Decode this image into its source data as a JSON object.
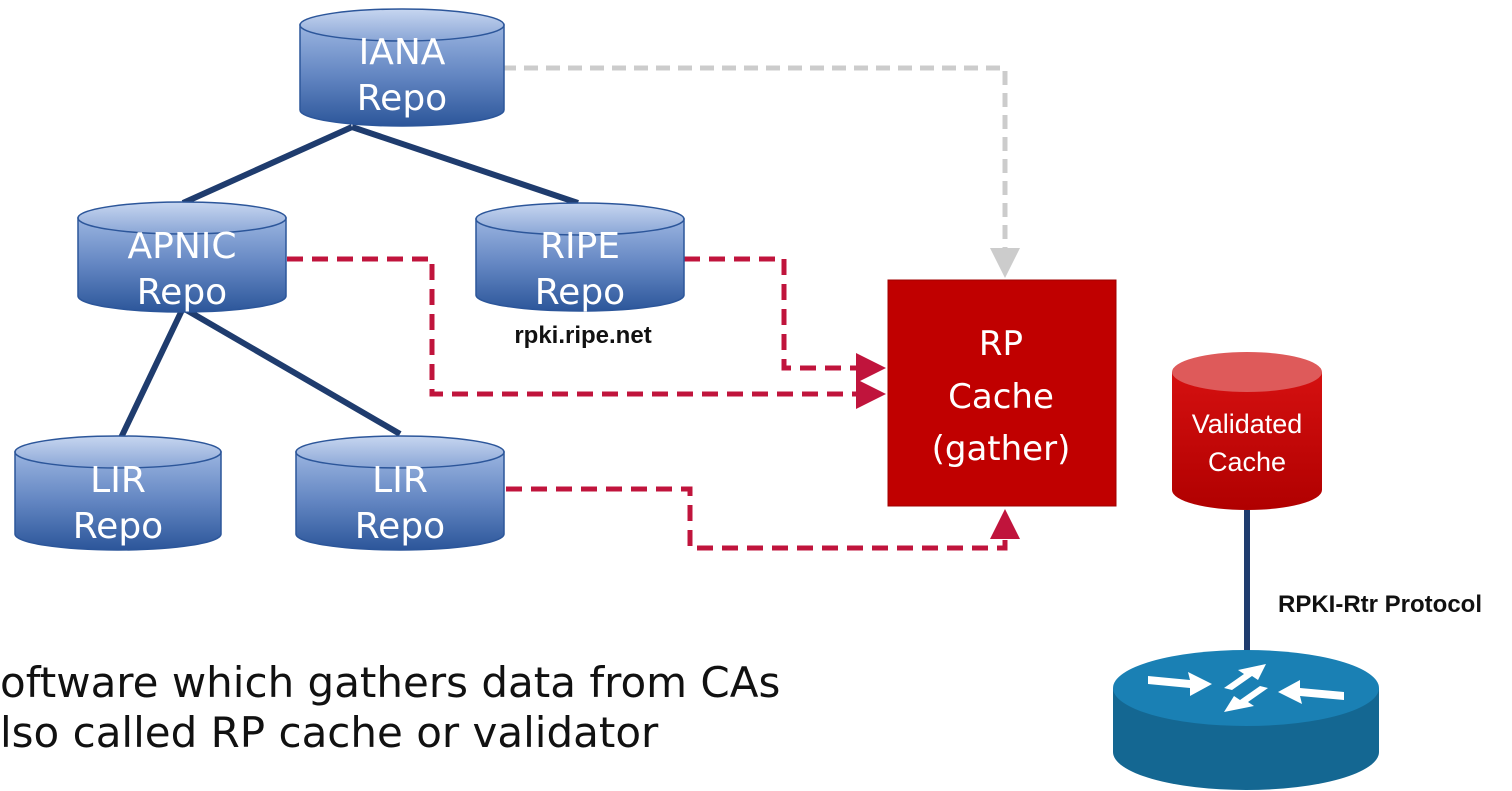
{
  "repos": {
    "iana": {
      "line1": "IANA",
      "line2": "Repo"
    },
    "apnic": {
      "line1": "APNIC",
      "line2": "Repo"
    },
    "ripe": {
      "line1": "RIPE",
      "line2": "Repo",
      "caption": "rpki.ripe.net"
    },
    "lir_a": {
      "line1": "LIR",
      "line2": "Repo"
    },
    "lir_b": {
      "line1": "LIR",
      "line2": "Repo"
    }
  },
  "rp_cache": {
    "line1": "RP",
    "line2": "Cache",
    "line3": "(gather)"
  },
  "validated_cache": {
    "line1": "Validated",
    "line2": "Cache"
  },
  "protocol_label": "RPKI-Rtr Protocol",
  "body_lines": [
    "oftware which gathers data from CAs",
    "lso called RP cache or validator"
  ],
  "colors": {
    "tree_line": "#1f3c6e",
    "dashed_red": "#c0143c",
    "dashed_gray": "#cccccc",
    "rp_box": "#c00000",
    "validated_cyl": "#c00000",
    "router": "#1a6e9e"
  }
}
